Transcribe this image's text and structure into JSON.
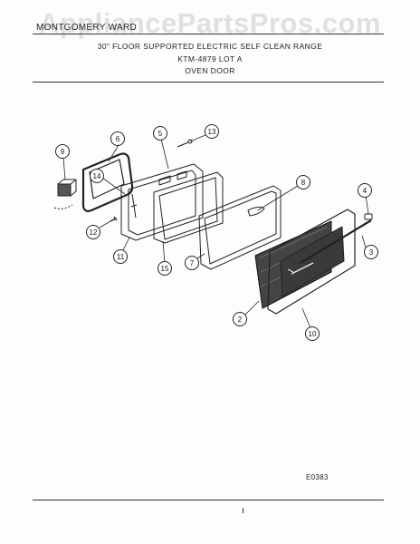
{
  "header": {
    "brand": "MONTGOMERY WARD",
    "watermark": "AppliancePartsPros.com",
    "title_line1": "30\" FLOOR SUPPORTED ELECTRIC SELF CLEAN RANGE",
    "title_line2": "KTM-4879 LOT A",
    "title_line3": "OVEN DOOR"
  },
  "diagram": {
    "callouts": [
      "2",
      "3",
      "4",
      "5",
      "6",
      "7",
      "8",
      "9",
      "10",
      "11",
      "12",
      "13",
      "14",
      "15"
    ],
    "drawing_code": "E0383"
  }
}
